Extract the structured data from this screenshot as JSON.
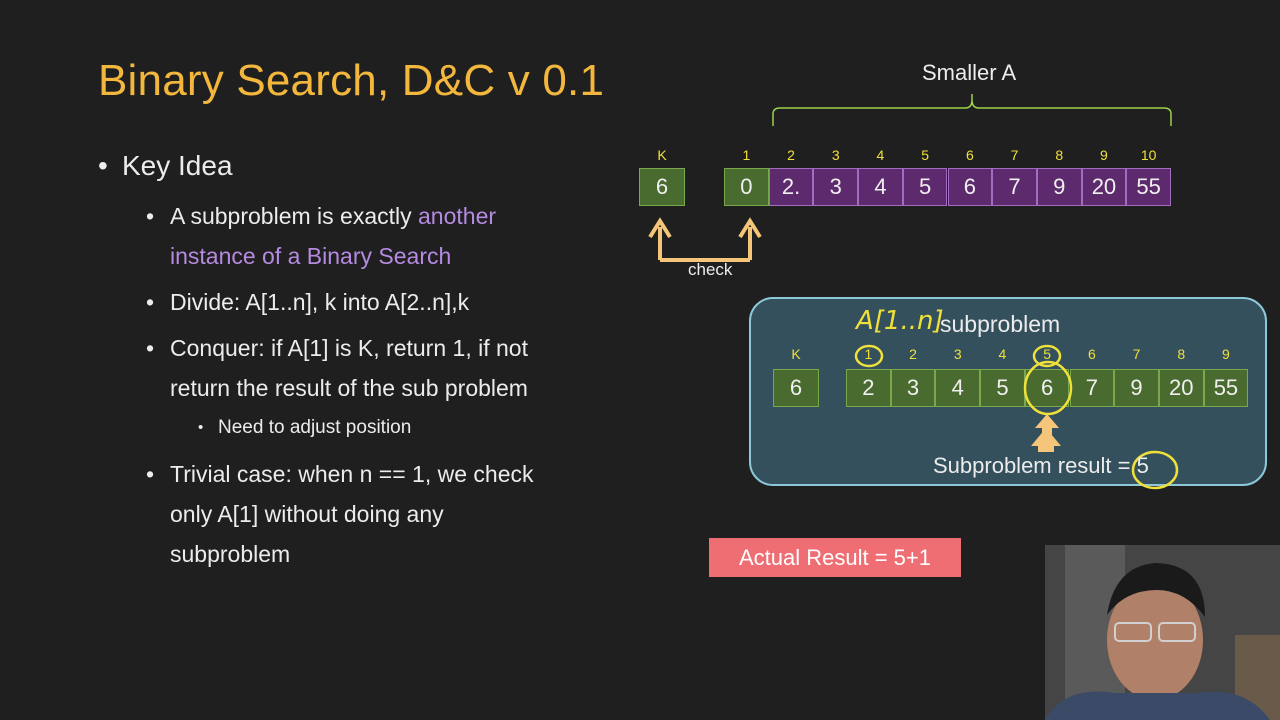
{
  "title": "Binary Search, D&C v 0.1",
  "bullets": {
    "key_idea": "Key Idea",
    "sub1_normal": "A subproblem is exactly ",
    "sub1_accent": "another instance of a Binary Search",
    "sub2": "Divide: A[1..n], k into A[2..n],k",
    "sub3": "Conquer: if A[1] is K, return 1, if not return the result of the sub problem",
    "sub3_1": "Need to adjust position",
    "sub4": "Trivial case: when n == 1, we check only A[1] without doing any subproblem"
  },
  "top_diagram": {
    "smaller_label": "Smaller A",
    "k_label": "K",
    "k_value": "6",
    "indices": [
      "1",
      "2",
      "3",
      "4",
      "5",
      "6",
      "7",
      "8",
      "9",
      "10"
    ],
    "values": [
      "0",
      "2.",
      "3",
      "4",
      "5",
      "6",
      "7",
      "9",
      "20",
      "55"
    ],
    "check_label": "check"
  },
  "sub_panel": {
    "handwritten": "A[1..n]",
    "title": "subproblem",
    "k_label": "K",
    "k_value": "6",
    "indices": [
      "1",
      "2",
      "3",
      "4",
      "5",
      "6",
      "7",
      "8",
      "9"
    ],
    "values": [
      "2",
      "3",
      "4",
      "5",
      "6",
      "7",
      "9",
      "20",
      "55"
    ],
    "result_label": "Subproblem result = ",
    "result_value": "5"
  },
  "actual_result": "Actual Result = 5+1",
  "colors": {
    "title": "#f2b73c",
    "accent": "#b58ae0",
    "label_yellow": "#f0e03a",
    "green_cell": "#4a6b2f",
    "purple_cell": "#5e2a6e",
    "panel_bg": "#34505c",
    "panel_border": "#8cc8d8",
    "arrow": "#f5c57a",
    "actual_bg": "#ef6e73"
  }
}
